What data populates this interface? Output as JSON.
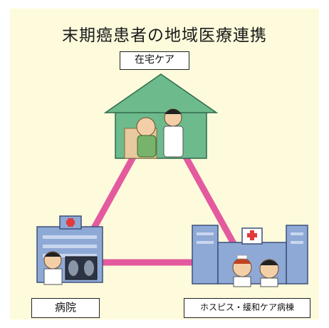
{
  "diagram": {
    "title": "末期癌患者の地域医療連携",
    "nodes": {
      "home": {
        "label": "在宅ケア"
      },
      "hospital": {
        "label": "病院"
      },
      "hospice": {
        "label": "ホスピス・緩和ケア病棟"
      }
    },
    "colors": {
      "background": "#fdfbdc",
      "connector": "#e45a9e",
      "house": "#6dba8d",
      "building": "#8fa9d6"
    }
  }
}
